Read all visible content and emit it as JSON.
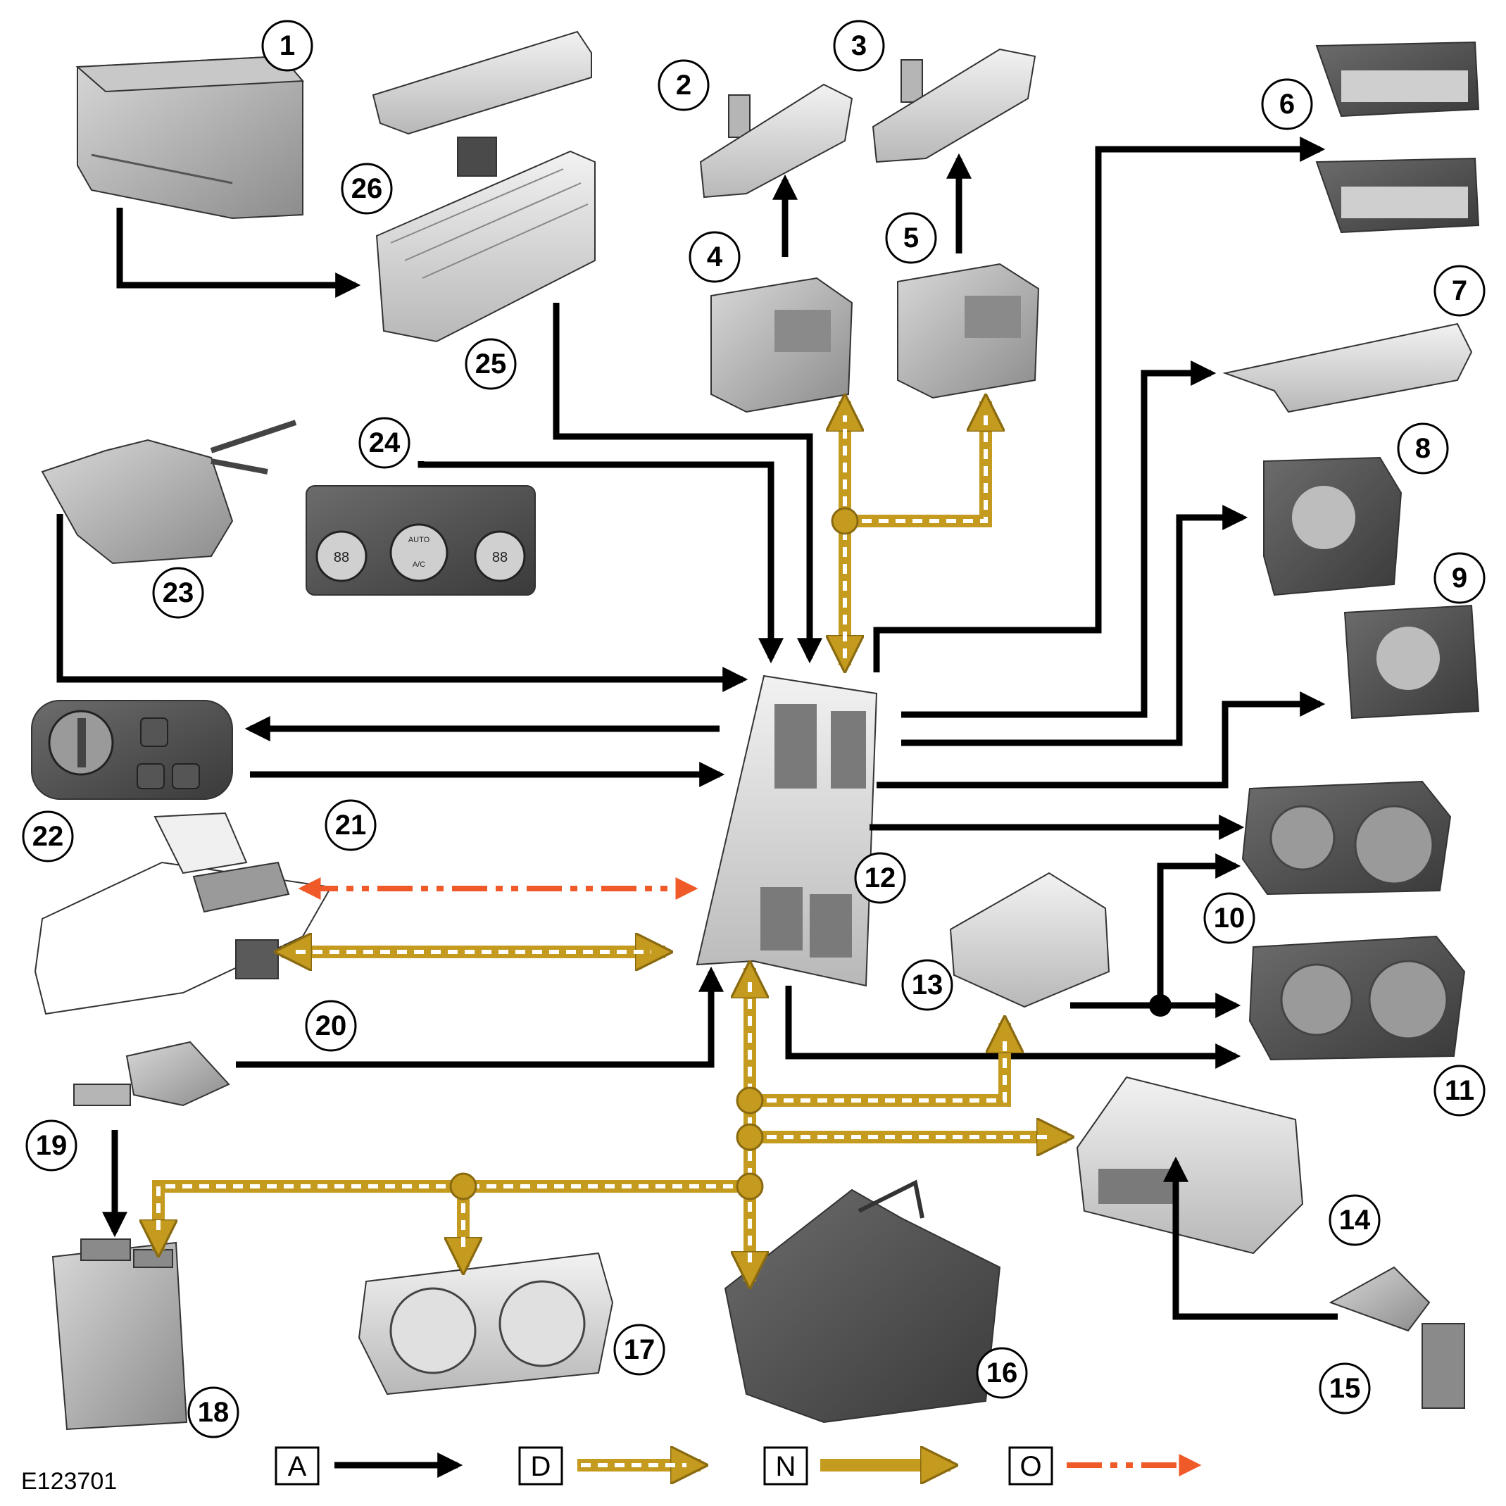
{
  "figure": {
    "id": "E123701"
  },
  "callouts": [
    "1",
    "2",
    "3",
    "4",
    "5",
    "6",
    "7",
    "8",
    "9",
    "10",
    "11",
    "12",
    "13",
    "14",
    "15",
    "16",
    "17",
    "18",
    "19",
    "20",
    "21",
    "22",
    "23",
    "24",
    "25",
    "26"
  ],
  "legend": [
    {
      "label": "A",
      "line": "solid-black"
    },
    {
      "label": "D",
      "line": "hatched-gold"
    },
    {
      "label": "N",
      "line": "hatched-gold"
    },
    {
      "label": "O",
      "line": "dash-dot-orange"
    }
  ],
  "colors": {
    "hardwire": "#000000",
    "can_bus": "#c49a1f",
    "lin_bus": "#f05a28",
    "component_grey": "#9a9a9a"
  },
  "control_panels": {
    "climate_left_temp": "88",
    "climate_right_temp": "88",
    "climate_auto": "AUTO",
    "climate_ac": "A/C"
  }
}
